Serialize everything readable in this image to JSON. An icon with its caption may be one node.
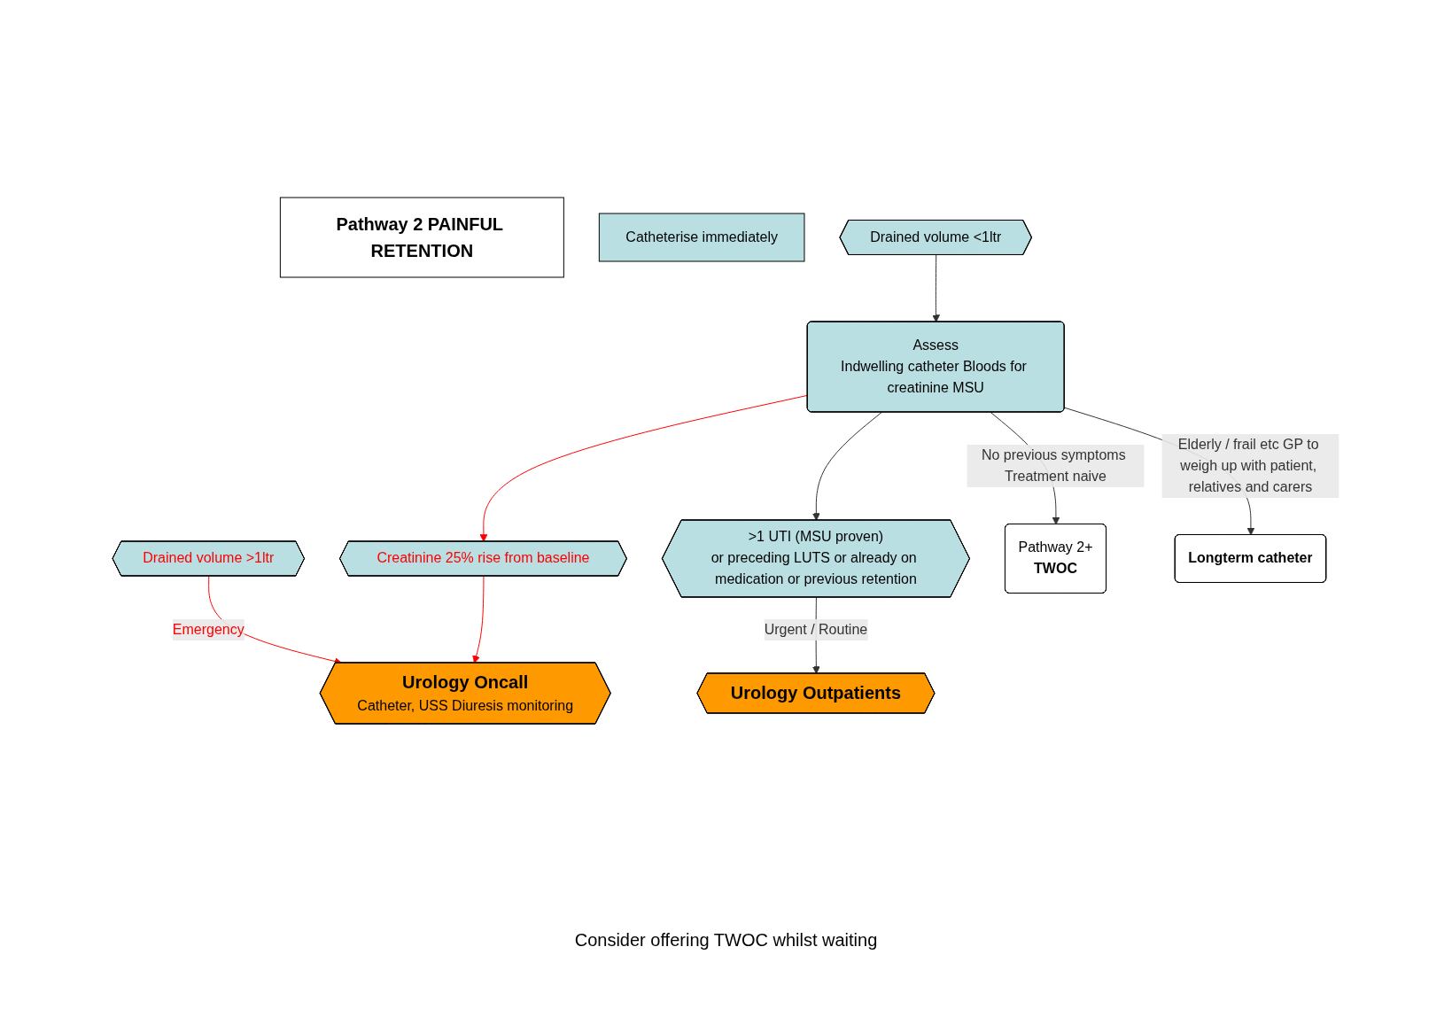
{
  "diagram": {
    "nodes": [
      {
        "text": [
          "Pathway 2 PAINFUL RETENTION"
        ]
      },
      {
        "text": [
          "Catheterise immediately"
        ]
      },
      {
        "text": [
          "Drained volume <1ltr"
        ]
      },
      {
        "text": [
          "Drained volume >1ltr"
        ]
      },
      {
        "text": [
          "Assess",
          "Indwelling catheter Bloods for creatinine MSU"
        ]
      },
      {
        "text": [
          "Creatinine 25% rise from baseline"
        ]
      },
      {
        "text": [
          "Urology Oncall",
          "Catheter, USS Diuresis monitoring"
        ]
      },
      {
        "text": [
          ">1 UTI (MSU proven)",
          "or preceding LUTS or already on medication or previous retention"
        ]
      },
      {
        "text": [
          "Urology Outpatients"
        ]
      },
      {
        "text": [
          "Pathway 2+",
          "TWOC"
        ]
      },
      {
        "text": [
          "Longterm catheter"
        ]
      }
    ],
    "edges": [
      {
        "from": 2,
        "to": 4,
        "arrow": "to"
      },
      {
        "from": 3,
        "to": 6,
        "arrow": "to",
        "label": "Emergency",
        "color": "#ff0000"
      },
      {
        "from": 4,
        "to": 5,
        "arrow": "to",
        "color": "#ff0000"
      },
      {
        "from": 5,
        "to": 6,
        "arrow": "to",
        "color": "#ff0000"
      },
      {
        "from": 4,
        "to": 7,
        "arrow": "to"
      },
      {
        "from": 7,
        "to": 8,
        "arrow": "to",
        "label": "Urgent / Routine"
      },
      {
        "from": 4,
        "to": 9,
        "arrow": "to",
        "label": "No previous symptoms Treatment naive"
      },
      {
        "from": 4,
        "to": 10,
        "arrow": "to",
        "label": "Elderly / frail etc GP to weigh up with patient, relatives and carers"
      }
    ],
    "labels": [
      "Consider offering TWOC whilst waiting"
    ]
  }
}
